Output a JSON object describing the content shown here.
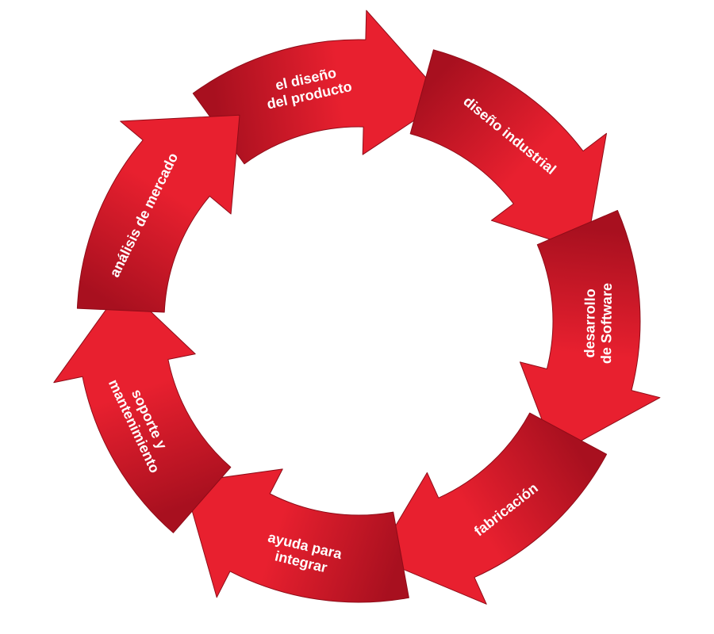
{
  "diagram": {
    "type": "cycle",
    "colors": {
      "light": "#e8202f",
      "dark": "#a8101f",
      "edge": "#8f0c18",
      "background": "#ffffff",
      "text": "#ffffff"
    },
    "steps": [
      {
        "id": "diseno-producto",
        "lines": [
          "el diseño",
          "del producto"
        ]
      },
      {
        "id": "diseno-industrial",
        "lines": [
          "diseño industrial"
        ]
      },
      {
        "id": "desarrollo-software",
        "lines": [
          "desarrollo",
          "de Software"
        ]
      },
      {
        "id": "fabricacion",
        "lines": [
          "fabricación"
        ]
      },
      {
        "id": "ayuda-integrar",
        "lines": [
          "ayuda para",
          "integrar"
        ]
      },
      {
        "id": "soporte-mantenimiento",
        "lines": [
          "soporte y",
          "mantenimiento"
        ]
      },
      {
        "id": "analisis-mercado",
        "lines": [
          "análisis de mercado"
        ]
      }
    ]
  }
}
